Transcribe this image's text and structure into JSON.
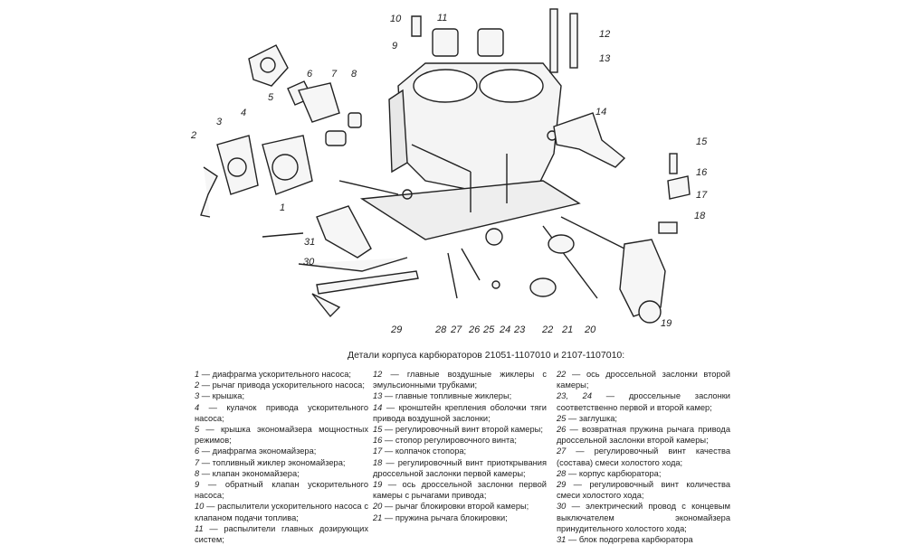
{
  "caption": "Детали корпуса карбюраторов 21051-1107010 и 2107-1107010:",
  "callouts": [
    "1",
    "2",
    "3",
    "4",
    "5",
    "6",
    "7",
    "8",
    "9",
    "10",
    "11",
    "12",
    "13",
    "14",
    "15",
    "16",
    "17",
    "18",
    "19",
    "20",
    "21",
    "22",
    "23",
    "24",
    "25",
    "26",
    "27",
    "28",
    "29",
    "30",
    "31"
  ],
  "legend": [
    [
      {
        "n": "1",
        "t": "диафрагма ускорительного насоса;"
      },
      {
        "n": "2",
        "t": "рычаг привода ускорительного насоса;"
      },
      {
        "n": "3",
        "t": "крышка;"
      },
      {
        "n": "4",
        "t": "кулачок привода ускорительного насоса;"
      },
      {
        "n": "5",
        "t": "крышка экономайзера мощностных режимов;"
      },
      {
        "n": "6",
        "t": "диафрагма экономайзера;"
      },
      {
        "n": "7",
        "t": "топливный жиклер экономайзера;"
      },
      {
        "n": "8",
        "t": "клапан экономайзера;"
      },
      {
        "n": "9",
        "t": "обратный клапан ускорительного насоса;"
      },
      {
        "n": "10",
        "t": "распылители ускорительного насоса с клапаном подачи топлива;"
      },
      {
        "n": "11",
        "t": "распылители главных дозирующих систем;"
      }
    ],
    [
      {
        "n": "12",
        "t": "главные воздушные жиклеры с эмульсионными трубками;"
      },
      {
        "n": "13",
        "t": "главные топливные жиклеры;"
      },
      {
        "n": "14",
        "t": "кронштейн крепления оболочки тяги привода воздушной заслонки;"
      },
      {
        "n": "15",
        "t": "регулировочный винт второй камеры;"
      },
      {
        "n": "16",
        "t": "стопор регулировочного винта;"
      },
      {
        "n": "17",
        "t": "колпачок стопора;"
      },
      {
        "n": "18",
        "t": "регулировочный винт приоткрывания дроссельной заслонки первой камеры;"
      },
      {
        "n": "19",
        "t": "ось дроссельной заслонки первой камеры с рычагами привода;"
      },
      {
        "n": "20",
        "t": "рычаг блокировки второй камеры;"
      },
      {
        "n": "21",
        "t": "пружина рычага блокировки;"
      }
    ],
    [
      {
        "n": "22",
        "t": "ось дроссельной заслонки второй камеры;"
      },
      {
        "n": "23, 24",
        "t": "дроссельные заслонки соответственно первой и второй камер;"
      },
      {
        "n": "25",
        "t": "заглушка;"
      },
      {
        "n": "26",
        "t": "возвратная пружина рычага привода дроссельной заслонки второй камеры;"
      },
      {
        "n": "27",
        "t": "регулировочный винт качества (состава) смеси холостого хода;"
      },
      {
        "n": "28",
        "t": "корпус карбюратора;"
      },
      {
        "n": "29",
        "t": "регулировочный винт количества смеси холостого хода;"
      },
      {
        "n": "30",
        "t": "электрический провод с концевым выключателем экономайзера принудительного холостого хода;"
      },
      {
        "n": "31",
        "t": "блок подогрева карбюратора"
      }
    ]
  ]
}
